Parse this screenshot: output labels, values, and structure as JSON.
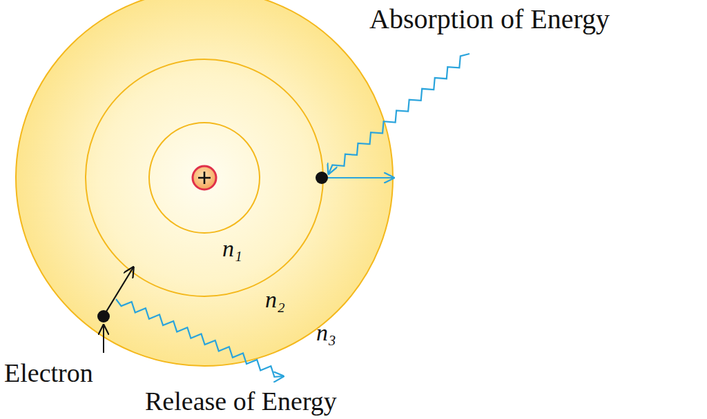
{
  "diagram": {
    "labels": [
      "Absorption of Energy",
      "Release of Energy",
      "Electron",
      "n₁",
      "n₂",
      "n₃"
    ]
  }
}
